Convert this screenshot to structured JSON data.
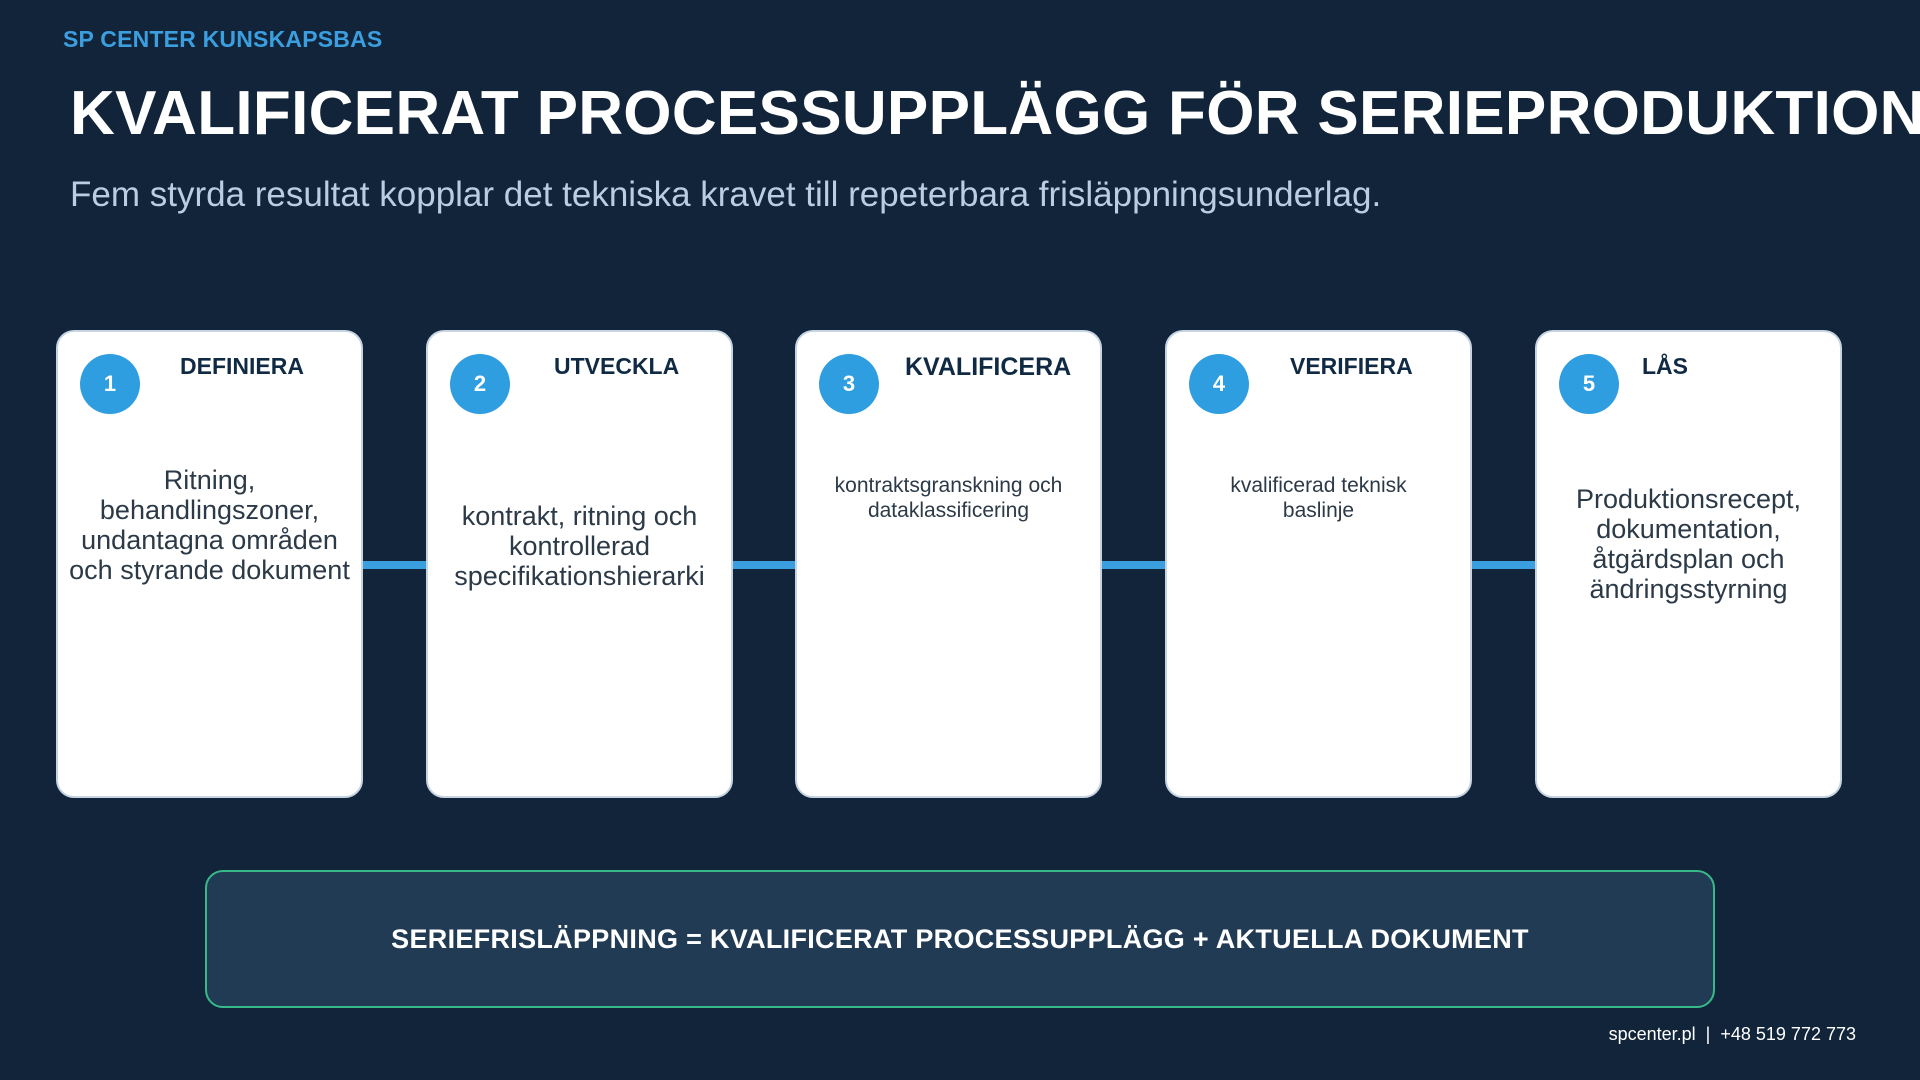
{
  "header": {
    "brand": "SP CENTER KUNSKAPSBAS",
    "title": "KVALIFICERAT PROCESSUPPLÄGG FÖR SERIEPRODUKTION",
    "subtitle": "Fem styrda resultat kopplar det tekniska kravet till repeterbara frisläppningsunderlag."
  },
  "steps": [
    {
      "number": "1",
      "title": "DEFINIERA",
      "text": "Ritning, behandlingszoner, undantagna områden och styrande dokument"
    },
    {
      "number": "2",
      "title": "UTVECKLA",
      "text": "kontrakt, ritning och kontrollerad specifikationshierarki"
    },
    {
      "number": "3",
      "title": "KVALIFICERA",
      "text": "kontraktsgranskning och dataklassificering"
    },
    {
      "number": "4",
      "title": "VERIFIERA",
      "text": "kvalificerad teknisk baslinje"
    },
    {
      "number": "5",
      "title": "LÅS",
      "text": "Produktionsrecept, dokumentation, åtgärdsplan och ändringsstyrning"
    }
  ],
  "summary": "SERIEFRISLÄPPNING = KVALIFICERAT PROCESSUPPLÄGG + AKTUELLA DOKUMENT",
  "footer": {
    "website": "spcenter.pl",
    "separator": "|",
    "phone": "+48 519 772 773"
  },
  "colors": {
    "background": "#11243a",
    "accent": "#3b9fdf",
    "badge": "#2f9ee0",
    "summary_border": "#37b988"
  }
}
